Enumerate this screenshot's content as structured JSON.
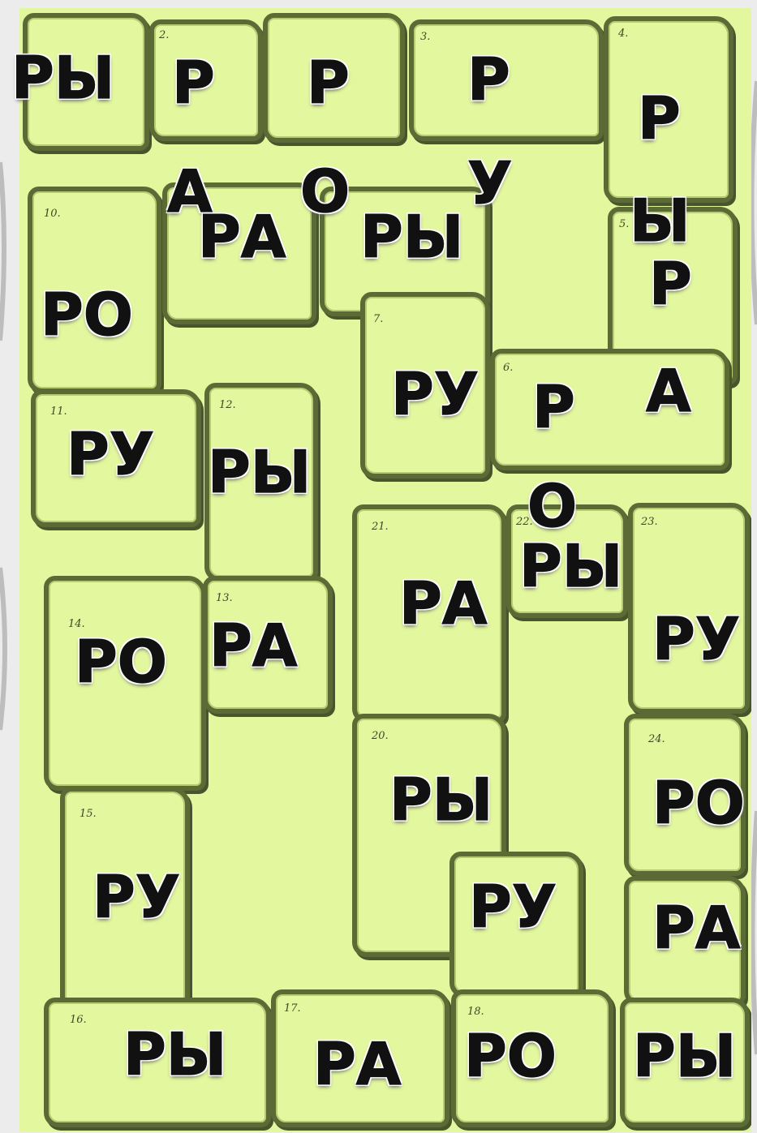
{
  "colors": {
    "board": "#e2f79e",
    "stone_edge": "#5b6b36",
    "text": "#111111"
  },
  "stone_numbers": [
    "2.",
    "3.",
    "4.",
    "5.",
    "6.",
    "7.",
    "10.",
    "11.",
    "12.",
    "13.",
    "14.",
    "15.",
    "16.",
    "17.",
    "18.",
    "20.",
    "21.",
    "22.",
    "23.",
    "24."
  ],
  "syllables": {
    "s1": "РЫ",
    "s2": "Р",
    "s3": "А",
    "s4": "Р",
    "s5": "О",
    "s6": "Р",
    "s7": "У",
    "s8": "Р",
    "s9": "Ы",
    "s10": "РА",
    "s11": "РЫ",
    "s12": "РО",
    "s13": "Р",
    "s14": "А",
    "s15": "РУ",
    "s16": "Р",
    "s17": "О",
    "s18": "РУ",
    "s19": "РЫ",
    "s20": "РЫ",
    "s21": "РА",
    "s22": "РО",
    "s23": "РА",
    "s24": "РУ",
    "s25": "РЫ",
    "s26": "РО",
    "s27": "РУ",
    "s28": "РУ",
    "s29": "РА",
    "s30": "РЫ",
    "s31": "РА",
    "s32": "РО",
    "s33": "РЫ"
  }
}
